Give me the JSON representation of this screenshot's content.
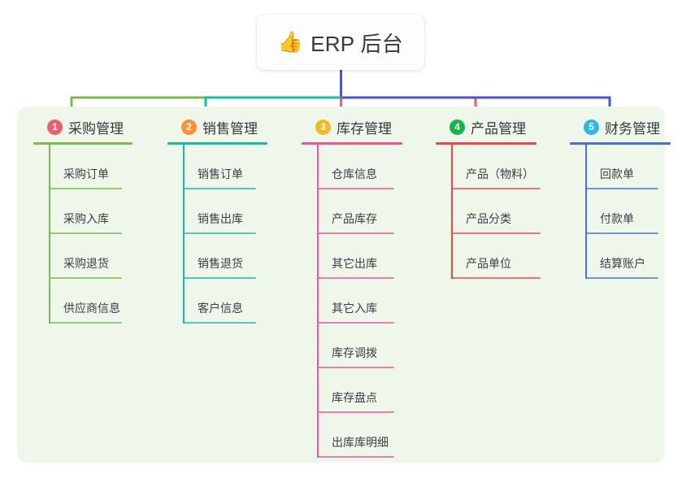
{
  "diagram": {
    "title": "ERP 后台",
    "type": "mind-map",
    "background_color": "#ffffff",
    "panel_color": "#eef7e9",
    "root": {
      "icon": "thumbs-up-emoji",
      "emoji": "👍",
      "label": "ERP 后台",
      "connector_color": "#4c55c4"
    },
    "branches": [
      {
        "number": "1",
        "label": "采购管理",
        "badge_color": "#f05a72",
        "line_color": "#7cbb4b",
        "connector_color": "#7cbb4b",
        "items": [
          "采购订单",
          "采购入库",
          "采购退货",
          "供应商信息"
        ]
      },
      {
        "number": "2",
        "label": "销售管理",
        "badge_color": "#f79239",
        "line_color": "#18bba4",
        "connector_color": "#18bba4",
        "items": [
          "销售订单",
          "销售出库",
          "销售退货",
          "客户信息"
        ]
      },
      {
        "number": "3",
        "label": "库存管理",
        "badge_color": "#f6b721",
        "line_color": "#e8559b",
        "connector_color": "#ef5a9a",
        "items": [
          "仓库信息",
          "产品库存",
          "其它出库",
          "其它入库",
          "库存调拨",
          "库存盘点",
          "出库库明细"
        ]
      },
      {
        "number": "4",
        "label": "产品管理",
        "badge_color": "#19b24b",
        "line_color": "#ef4747",
        "connector_color": "#ef5a5a",
        "items": [
          "产品（物料）",
          "产品分类",
          "产品单位"
        ]
      },
      {
        "number": "5",
        "label": "财务管理",
        "badge_color": "#2db7e8",
        "line_color": "#4c6fd4",
        "connector_color": "#4c55c4",
        "items": [
          "回款单",
          "付款单",
          "结算账户"
        ]
      }
    ]
  }
}
